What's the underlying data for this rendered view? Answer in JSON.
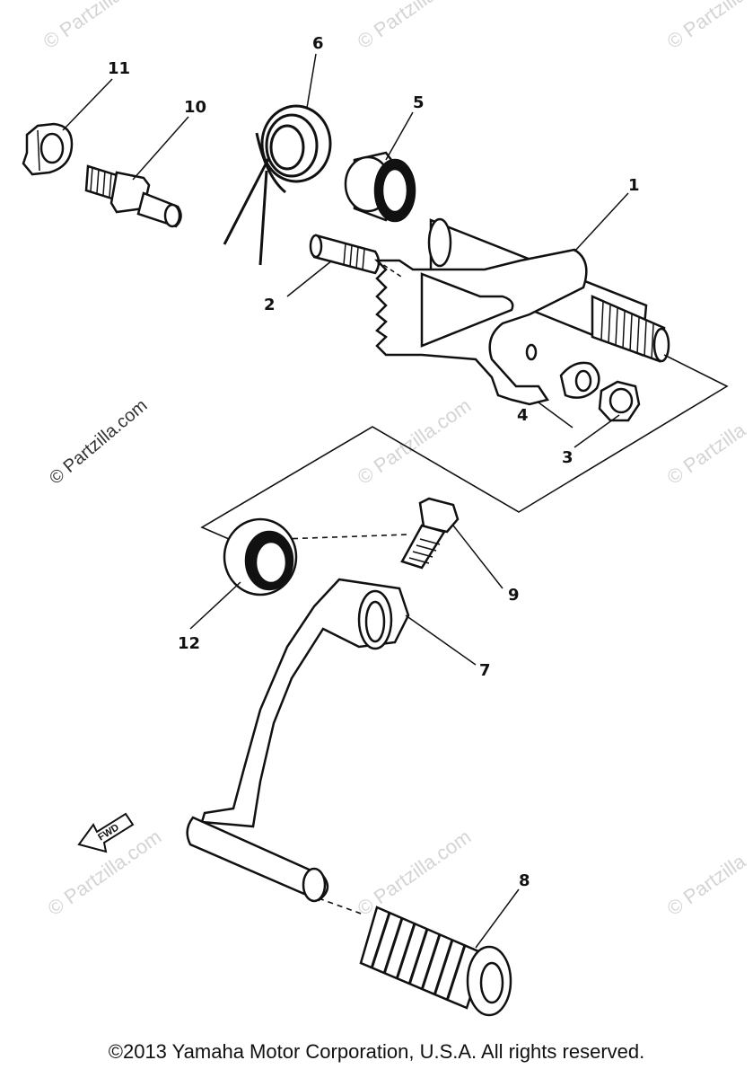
{
  "watermark": "© Partzilla.com",
  "watermark_short": "© Partzilla",
  "callouts": {
    "p1": "1",
    "p2": "2",
    "p3": "3",
    "p4": "4",
    "p5": "5",
    "p6": "6",
    "p7": "7",
    "p8": "8",
    "p9": "9",
    "p10": "10",
    "p11": "11",
    "p12": "12"
  },
  "fwd_label": "FWD",
  "copyright": "©2013 Yamaha Motor Corporation, U.S.A. All rights reserved."
}
